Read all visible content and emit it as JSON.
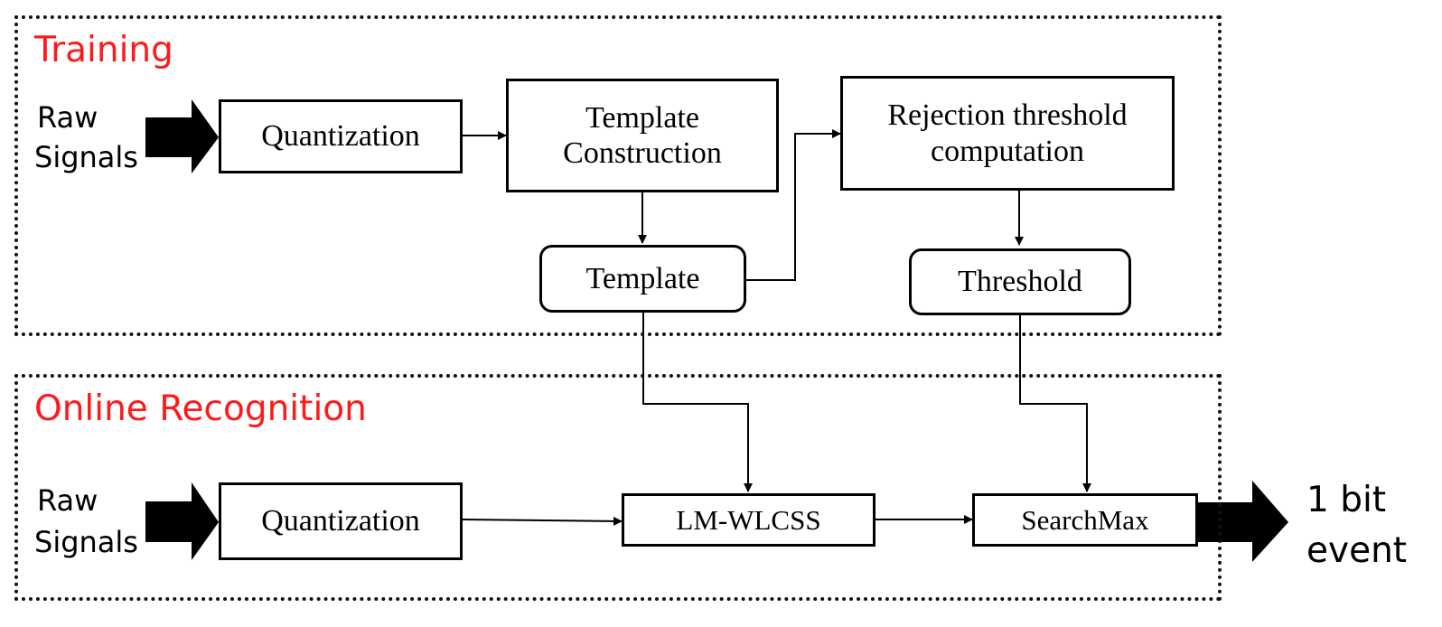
{
  "sections": {
    "training": "Training",
    "online": "Online Recognition"
  },
  "inputs": {
    "training_raw": [
      "Raw",
      "Signals"
    ],
    "online_raw": [
      "Raw",
      "Signals"
    ]
  },
  "output": [
    "1 bit",
    "event"
  ],
  "blocks": {
    "quantization_training": "Quantization",
    "template_construction": [
      "Template",
      "Construction"
    ],
    "rejection_threshold": [
      "Rejection threshold",
      "computation"
    ],
    "template": "Template",
    "threshold": "Threshold",
    "quantization_online": "Quantization",
    "lm_wlcss": "LM-WLCSS",
    "searchmax": "SearchMax"
  }
}
